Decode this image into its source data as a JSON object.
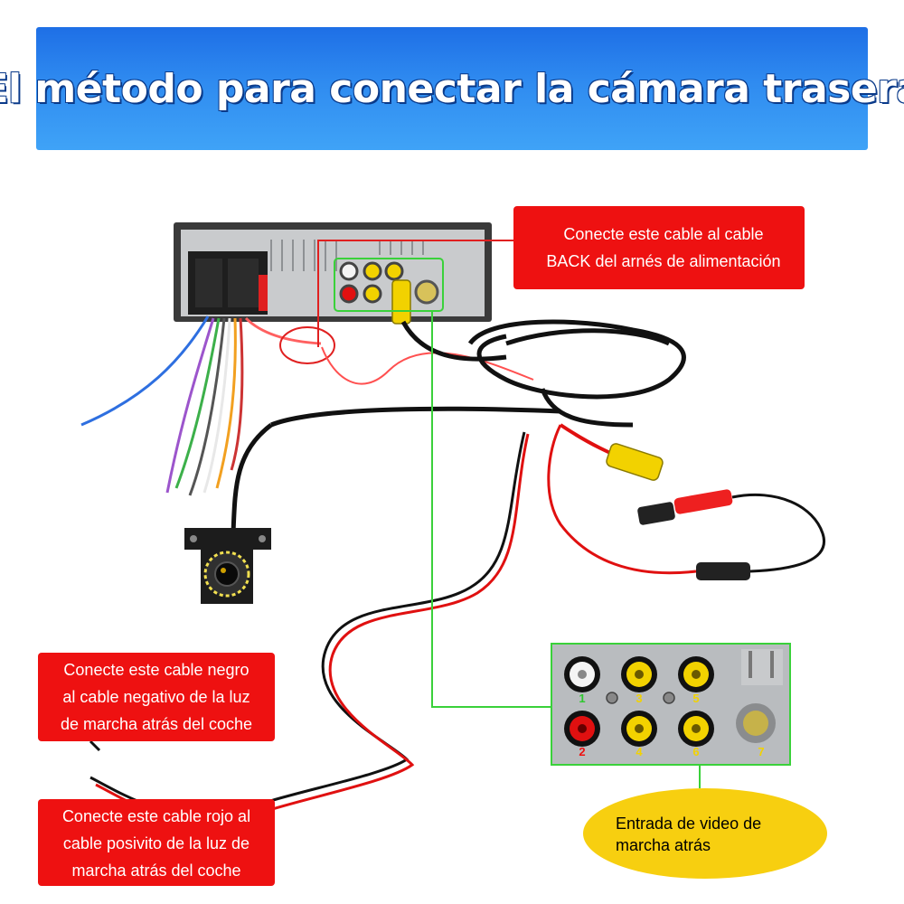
{
  "header": {
    "title": "El método para conectar la cámara trasera"
  },
  "callouts": {
    "back_cable": {
      "line1": "Conecte este cable al cable",
      "line2": "BACK del arnés de alimentación"
    },
    "black_cable": {
      "line1": "Conecte este cable negro",
      "line2": "al cable negativo de la luz",
      "line3": "de marcha atrás del coche"
    },
    "red_cable": {
      "line1": "Conecte este cable rojo al",
      "line2": "cable posivito de la luz de",
      "line3": "marcha atrás del coche"
    },
    "video_input": {
      "line1": "Entrada de video de",
      "line2": "marcha atrás"
    }
  },
  "ports": {
    "labels": [
      "1",
      "2",
      "3",
      "4",
      "5",
      "6",
      "7"
    ]
  },
  "colors": {
    "banner": "#2f8bf0",
    "callout_red": "#ee1111",
    "callout_yellow": "#f7cf10",
    "guide_green": "#3ad13a",
    "rca_yellow": "#f2d200",
    "rca_red": "#e01010"
  }
}
